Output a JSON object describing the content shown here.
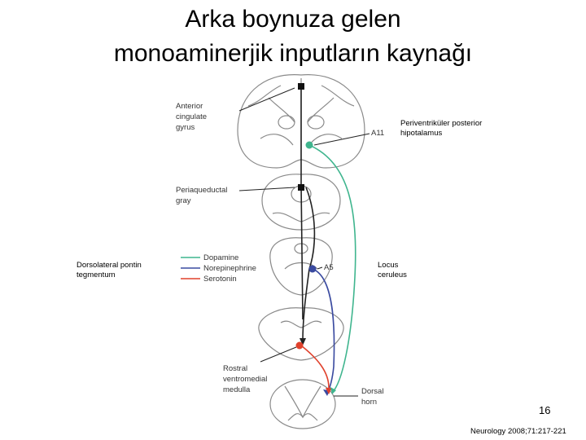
{
  "title_line1": "Arka boynuza gelen",
  "title_line2": "monoaminerjik inputların kaynağı",
  "annotations": {
    "periventricular": [
      "Periventriküler posterior",
      "hipotalamus"
    ],
    "dorsolateral": [
      "Dorsolateral pontin",
      "tegmentum"
    ],
    "locus": [
      "Locus",
      "ceruleus"
    ]
  },
  "figure": {
    "anterior_cingulate": [
      "Anterior",
      "cingulate",
      "gyrus"
    ],
    "a11": "A11",
    "periaqueductal": [
      "Periaqueductal",
      "gray"
    ],
    "a5": "A5",
    "rostral": [
      "Rostral",
      "ventromedial",
      "medulla"
    ],
    "dorsal_horn": [
      "Dorsal",
      "horn"
    ],
    "legend": [
      {
        "label": "Dopamine",
        "color": "#3fb58e"
      },
      {
        "label": "Norepinephrine",
        "color": "#3a4aa0"
      },
      {
        "label": "Serotonin",
        "color": "#e0412c"
      }
    ]
  },
  "page_number": "16",
  "citation": "Neurology 2008;71:217-221"
}
